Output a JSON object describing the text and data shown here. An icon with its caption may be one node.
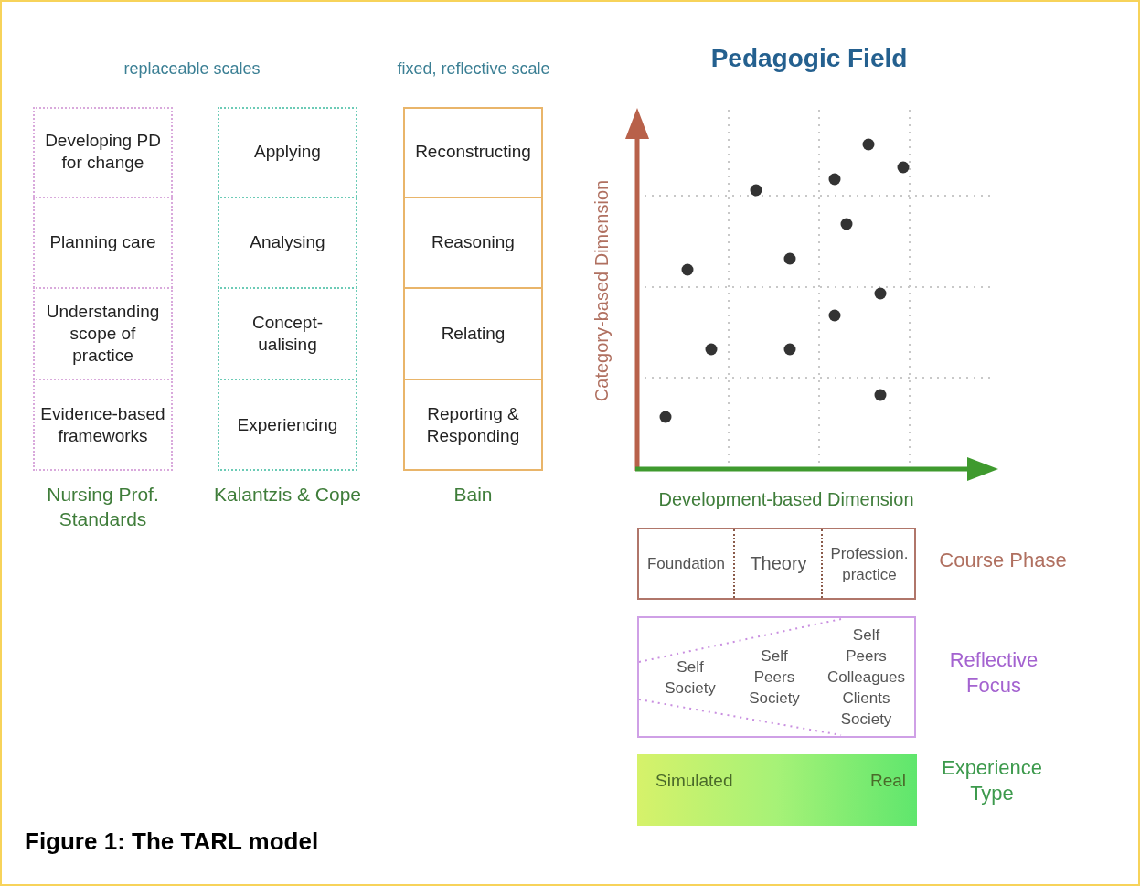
{
  "diagram": {
    "caption": "Figure 1: The TARL model",
    "nodes": [
      {
        "text": [
          "Nursing Prof. Standards"
        ]
      },
      {
        "text": [
          "Developing PD for change"
        ],
        "in": 0
      },
      {
        "text": [
          "Planning care"
        ],
        "in": 0
      },
      {
        "text": [
          "Understanding scope of practice"
        ],
        "in": 0
      },
      {
        "text": [
          "Evidence-based frameworks"
        ],
        "in": 0
      },
      {
        "text": [
          "Kalantzis & Cope"
        ]
      },
      {
        "text": [
          "Applying"
        ],
        "in": 5
      },
      {
        "text": [
          "Analysing"
        ],
        "in": 5
      },
      {
        "text": [
          "Concept-ualising"
        ],
        "in": 5
      },
      {
        "text": [
          "Experiencing"
        ],
        "in": 5
      },
      {
        "text": [
          "Bain"
        ]
      },
      {
        "text": [
          "Reconstructing"
        ],
        "in": 10
      },
      {
        "text": [
          "Reasoning"
        ],
        "in": 10
      },
      {
        "text": [
          "Relating"
        ],
        "in": 10
      },
      {
        "text": [
          "Reporting & Responding"
        ],
        "in": 10
      },
      {
        "text": [
          "Foundation",
          "Theory",
          "Profession. practice"
        ],
        "beside": [
          "Course Phase"
        ]
      },
      {
        "text": [
          "Self Society",
          "Self Peers Society",
          "Self Peers Colleagues Clients Society"
        ],
        "beside": [
          "Reflective Focus"
        ]
      },
      {
        "text": [
          "Simulated",
          "Real"
        ],
        "beside": [
          "Experience Type"
        ]
      }
    ],
    "edges": [],
    "labels": [
      "replaceable scales",
      "fixed, reflective scale",
      "Pedagogic Field",
      "Category-based Dimension",
      "Development-based Dimension"
    ]
  }
}
